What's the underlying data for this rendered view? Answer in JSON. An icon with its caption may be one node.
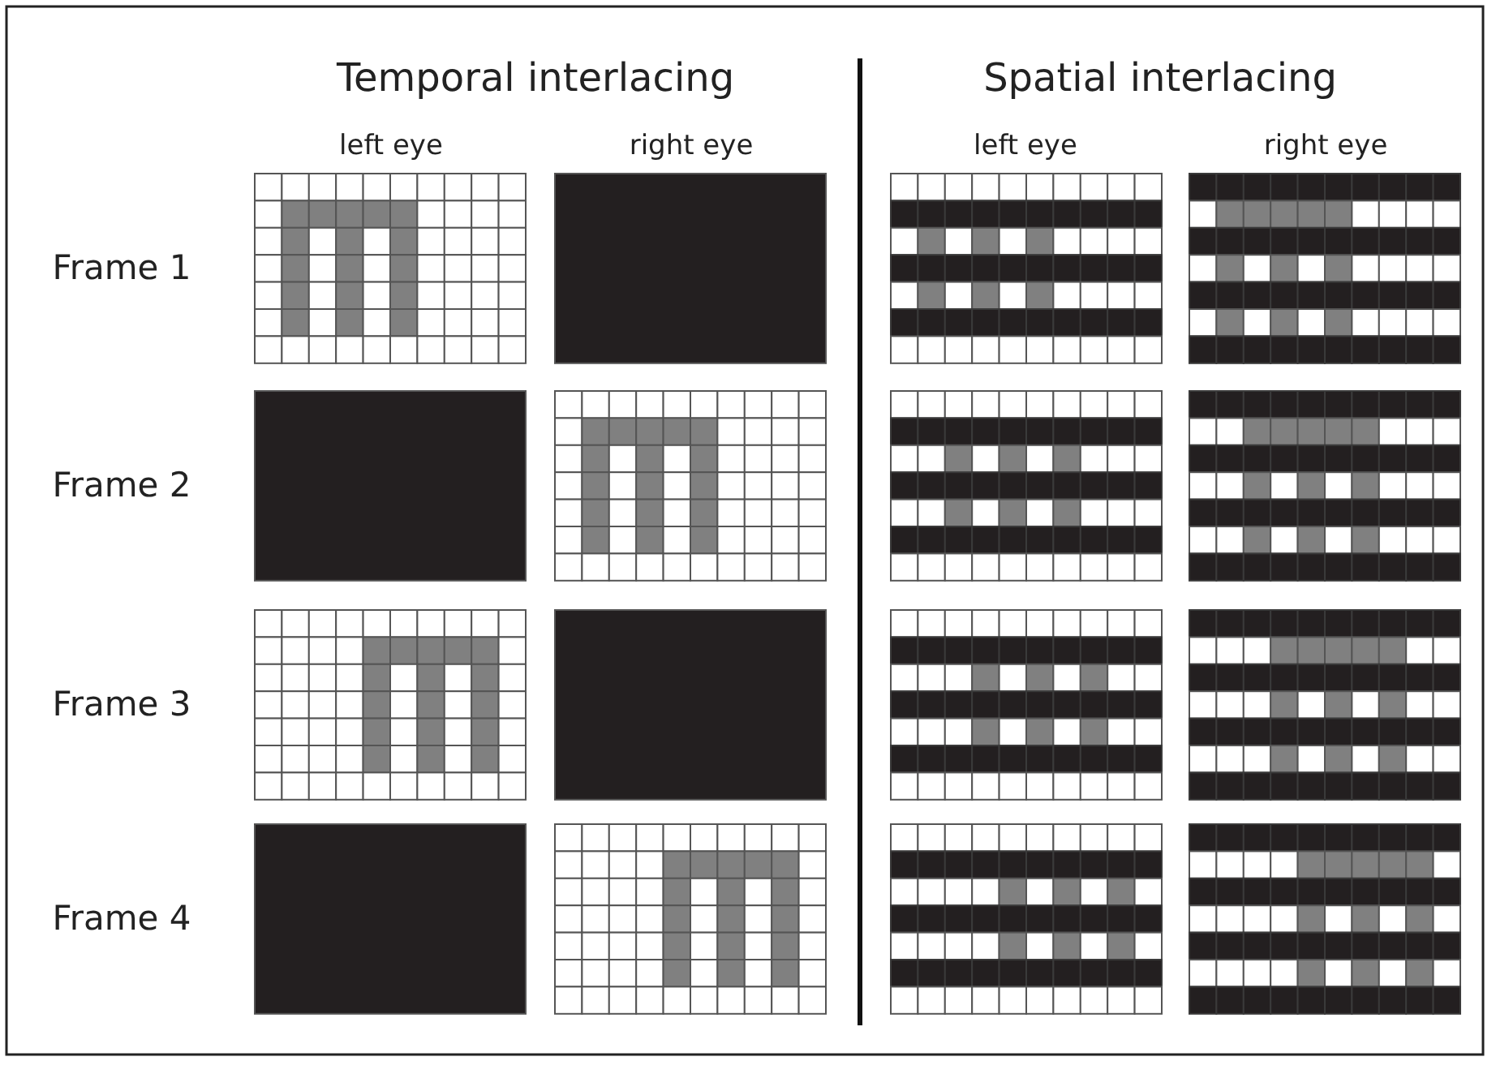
{
  "diagram": {
    "labels": [
      "Temporal interlacing",
      "Spatial interlacing",
      "left eye",
      "right eye",
      "left eye",
      "right eye",
      "Frame 1",
      "Frame 2",
      "Frame 3",
      "Frame 4"
    ]
  }
}
